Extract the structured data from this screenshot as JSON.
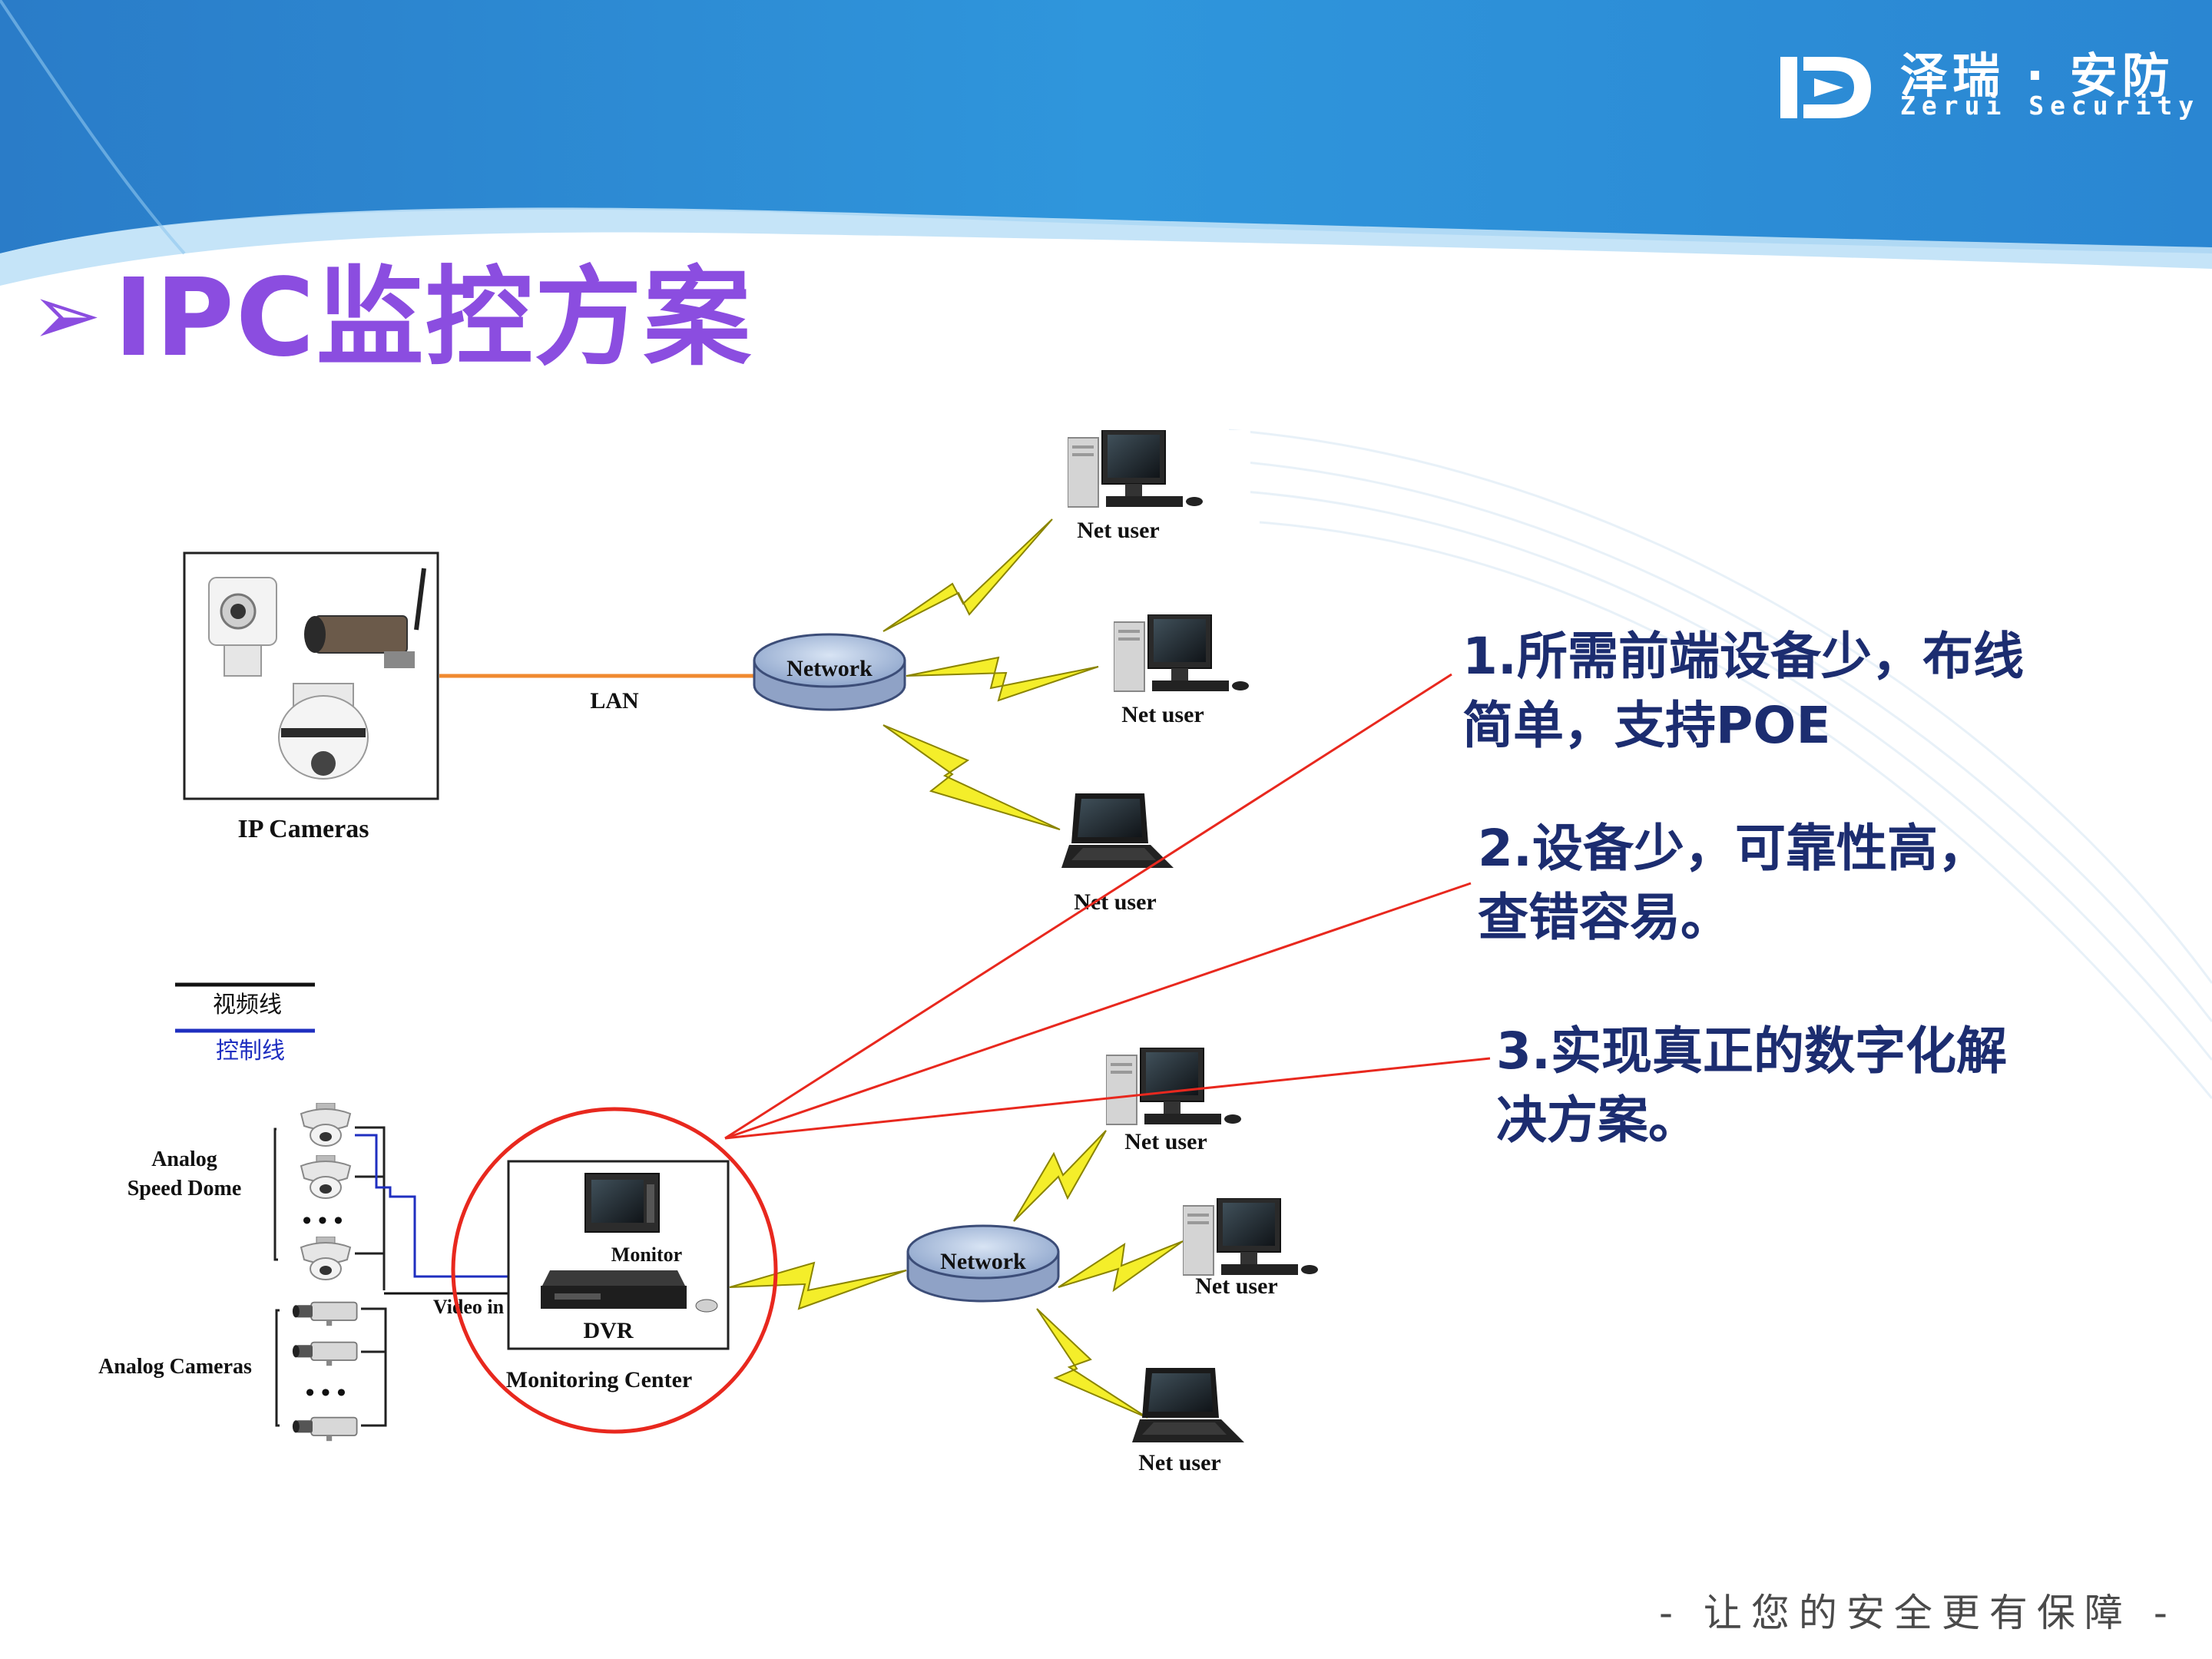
{
  "brand": {
    "name_cn": "泽瑞 · 安防",
    "name_en": "Zerui Security"
  },
  "title": "IPC监控方案",
  "diagram": {
    "top": {
      "cameras_label": "IP Cameras",
      "link_label": "LAN",
      "network_label": "Network",
      "net_user_1": "Net user",
      "net_user_2": "Net user",
      "net_user_3": "Net user"
    },
    "bottom": {
      "legend_video": "视频线",
      "legend_control": "控制线",
      "speed_dome_label_1": "Analog",
      "speed_dome_label_2": "Speed Dome",
      "analog_cameras_label": "Analog Cameras",
      "dots_1": "• • •",
      "dots_2": "• • •",
      "video_in_label": "Video in",
      "monitor_label": "Monitor",
      "dvr_label": "DVR",
      "monitoring_center_label": "Monitoring Center",
      "network_label": "Network",
      "net_user_1": "Net user",
      "net_user_2": "Net user",
      "net_user_3": "Net user"
    }
  },
  "notes": [
    {
      "line1": "1.所需前端设备少，布线",
      "line2": "简单，支持POE"
    },
    {
      "line1": "2.设备少，可靠性高，",
      "line2": "查错容易。"
    },
    {
      "line1": "3.实现真正的数字化解",
      "line2": "决方案。"
    }
  ],
  "footer": "-  让您的安全更有保障  -",
  "colors": {
    "header_blue": "#2e8fd8",
    "title_purple": "#8b4de0",
    "note_navy": "#1c2d70",
    "callout_red": "#e8281e",
    "lan_orange": "#f08a30",
    "bolt_yellow": "#f4ee2a",
    "control_line_blue": "#1f2fc0"
  }
}
